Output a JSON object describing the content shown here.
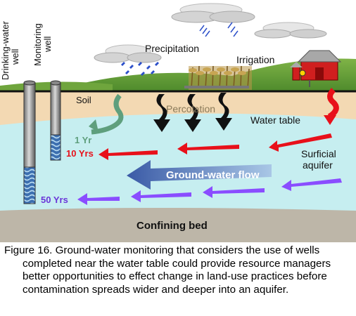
{
  "labels": {
    "drinking_well": [
      "Drinking-water",
      "well"
    ],
    "monitoring_well": [
      "Monitoring",
      "well"
    ],
    "precipitation": "Precipitation",
    "irrigation": "Irrigation",
    "soil": "Soil",
    "percolation": "Percolation",
    "water_table": "Water table",
    "surficial_aquifer": [
      "Surficial",
      "aquifer"
    ],
    "groundwater_flow": "Ground-water flow",
    "confining_bed": "Confining bed",
    "time_1": "1 Yr",
    "time_10": "10 Yrs",
    "time_50": "50 Yrs"
  },
  "caption": {
    "lines": [
      "Figure 16.  Ground-water monitoring that considers the use of wells",
      "completed near the water table could provide resource managers",
      "better opportunities to effect change in land-use practices before",
      "contamination spreads wider and deeper into an aquifer."
    ]
  },
  "colors": {
    "sky": "#ffffff",
    "soil": "#f3d9b3",
    "aquifer": "#c6eef0",
    "confining_bed": "#bdb6a8",
    "arrow_red": "#e8101a",
    "arrow_purple": "#8a4dff",
    "arrow_green": "#5f9f7d",
    "flow_arrow": "#4a6fae",
    "label_red": "#e8101a",
    "label_purple": "#6a35d8",
    "label_green": "#5f9f7d"
  }
}
